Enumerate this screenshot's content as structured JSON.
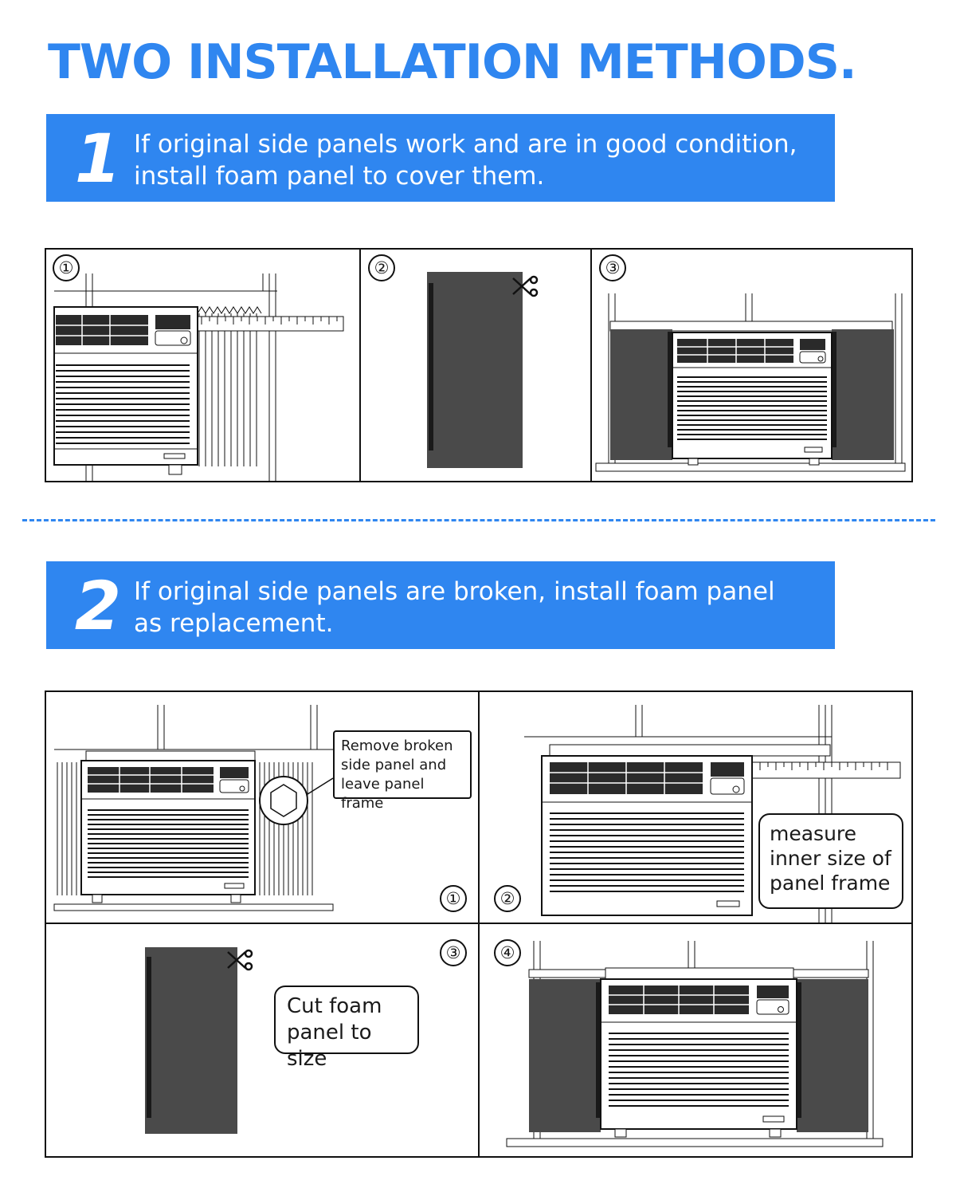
{
  "title": "TWO INSTALLATION METHODS.",
  "colors": {
    "accent": "#2f86f0",
    "foam": "#4a4a4a",
    "line": "#111111"
  },
  "method1": {
    "number": "1",
    "line1": "If original side panels work and are in good condition,",
    "line2": "install foam panel to cover them.",
    "steps": [
      "①",
      "②",
      "③"
    ]
  },
  "method2": {
    "number": "2",
    "line1": "If original side panels are broken, install foam panel",
    "line2": "as replacement.",
    "steps": [
      "①",
      "②",
      "③",
      "④"
    ],
    "callout_remove": [
      "Remove broken",
      "side panel and",
      "leave panel frame"
    ],
    "callout_measure": [
      "measure",
      "inner size of",
      "panel frame"
    ],
    "callout_cut": [
      "Cut foam",
      "panel to size"
    ]
  },
  "icons": [
    "scissors-icon",
    "ruler-icon",
    "air-conditioner-illustration",
    "foam-panel-illustration",
    "magnifier-icon"
  ]
}
